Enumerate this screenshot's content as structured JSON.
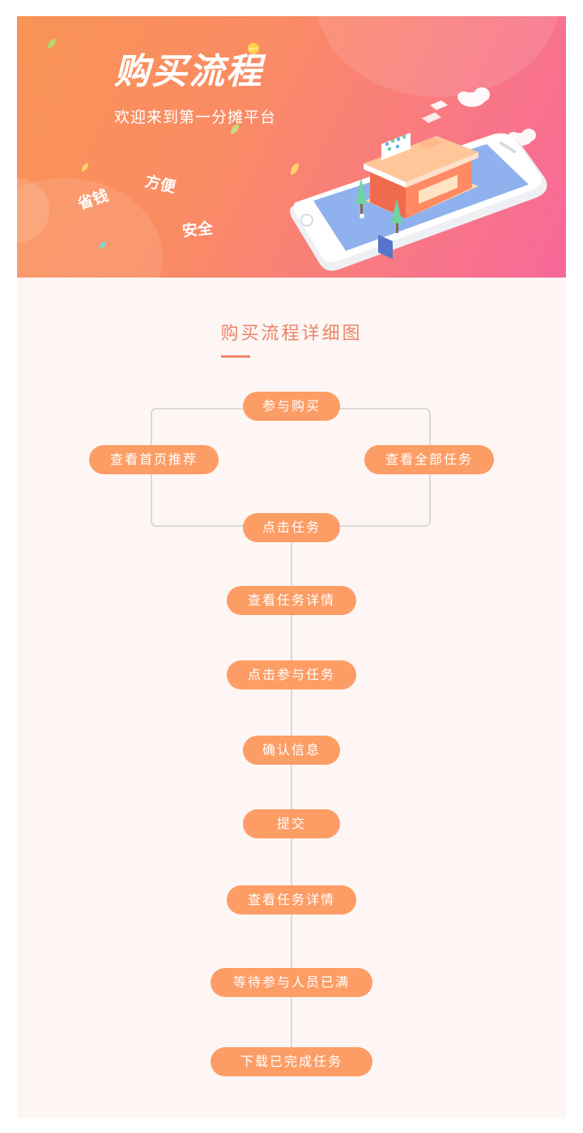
{
  "banner": {
    "title": "购买流程",
    "subtitle": "欢迎来到第一分摊平台",
    "tags": [
      "省钱",
      "方便",
      "安全"
    ],
    "gradient": [
      "#f99356",
      "#f7689a"
    ],
    "illustration": "phone-with-store-icon"
  },
  "section": {
    "title": "购买流程详细图",
    "accent_color": "#f2876a"
  },
  "flow": {
    "step_color": "#fd9d66",
    "line_color": "#cfcfcf",
    "steps": [
      "参与购买",
      "查看首页推荐",
      "查看全部任务",
      "点击任务",
      "查看任务详情",
      "点击参与任务",
      "确认信息",
      "提交",
      "查看任务详情",
      "等待参与人员已满",
      "下载已完成任务"
    ]
  }
}
